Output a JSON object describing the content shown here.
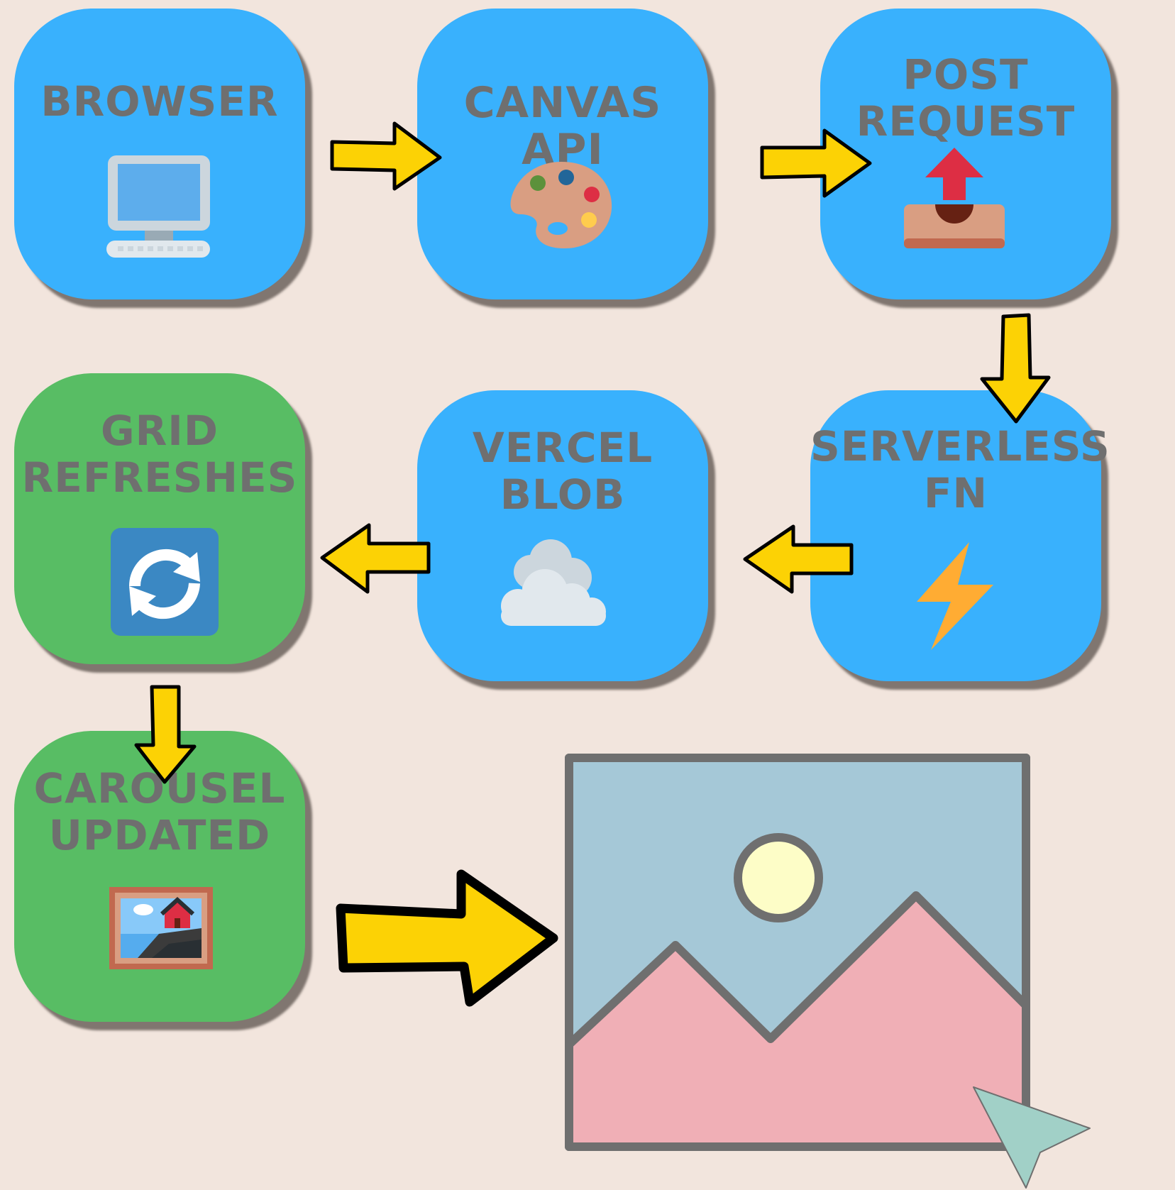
{
  "nodes": {
    "browser": {
      "label": "BROWSER",
      "icon": "desktop-computer-icon",
      "color": "#39b1fd"
    },
    "canvas_api": {
      "label": "CANVAS API",
      "icon": "artist-palette-icon",
      "color": "#39b1fd"
    },
    "post_request": {
      "label": "POST\nREQUEST",
      "icon": "upload-outbox-icon",
      "color": "#39b1fd"
    },
    "serverless_fn": {
      "label": "SERVERLESS\nFN",
      "icon": "lightning-bolt-icon",
      "color": "#39b1fd"
    },
    "vercel_blob": {
      "label": "VERCEL\nBLOB",
      "icon": "cloud-icon",
      "color": "#39b1fd"
    },
    "grid_refreshes": {
      "label": "GRID\nREFRESHES",
      "icon": "refresh-arrows-icon",
      "color": "#58bd64"
    },
    "carousel_updated": {
      "label": "CAROUSEL\nUPDATED",
      "icon": "framed-picture-icon",
      "color": "#58bd64"
    }
  },
  "edges": [
    {
      "from": "browser",
      "to": "canvas_api"
    },
    {
      "from": "canvas_api",
      "to": "post_request"
    },
    {
      "from": "post_request",
      "to": "serverless_fn"
    },
    {
      "from": "serverless_fn",
      "to": "vercel_blob"
    },
    {
      "from": "vercel_blob",
      "to": "grid_refreshes"
    },
    {
      "from": "grid_refreshes",
      "to": "carousel_updated"
    },
    {
      "from": "carousel_updated",
      "to": "image_placeholder"
    }
  ],
  "image_placeholder": {
    "icon": "landscape-image-icon"
  },
  "cursor": {
    "icon": "pointer-cursor-icon"
  },
  "colors": {
    "background": "#f2e5dd",
    "arrow_fill": "#fcd205",
    "blue_node": "#39b1fd",
    "green_node": "#58bd64",
    "label_text": "#6f6f6f"
  }
}
